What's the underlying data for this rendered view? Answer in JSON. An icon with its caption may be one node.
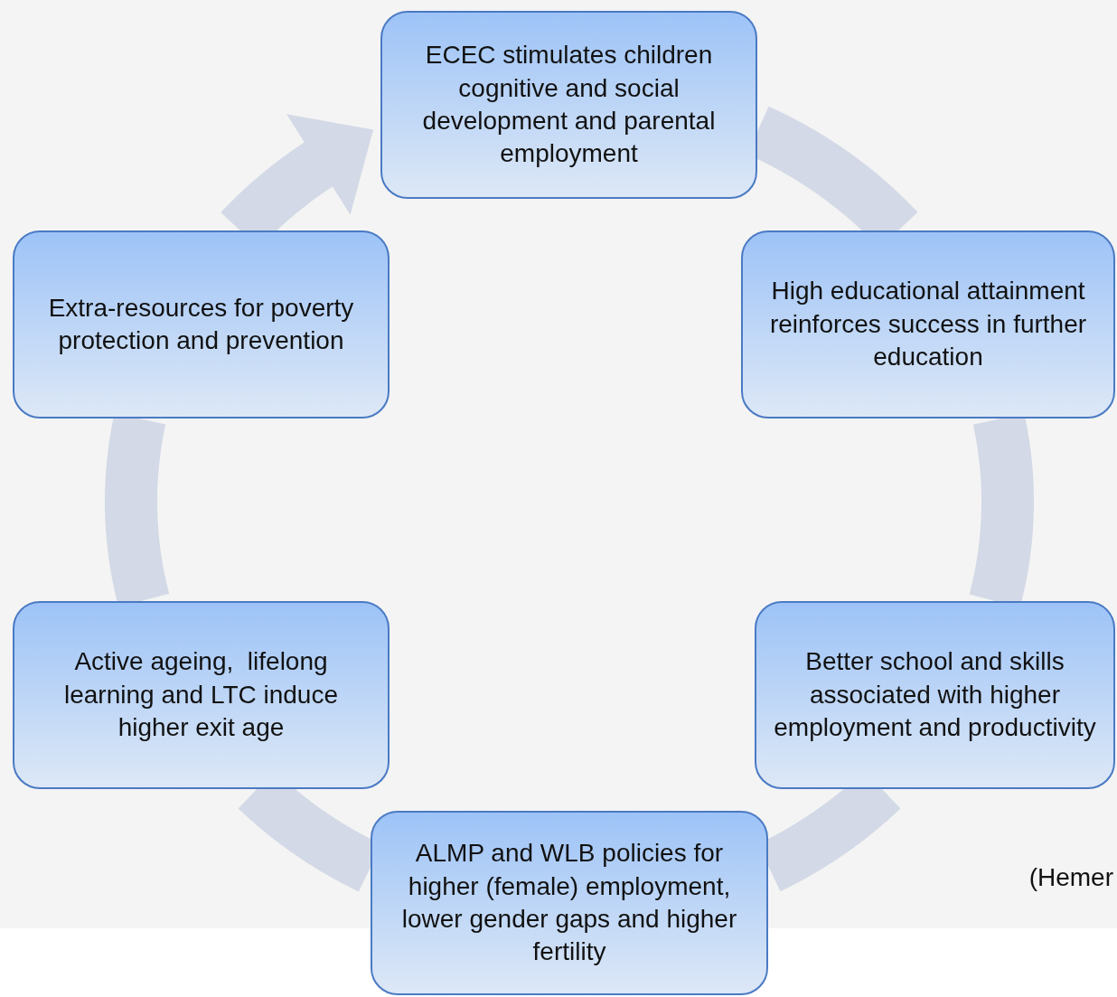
{
  "diagram": {
    "nodes": [
      {
        "text": [
          "ECEC stimulates children cognitive and social development and parental employment"
        ]
      },
      {
        "text": [
          "High educational attainment reinforces success in further education"
        ]
      },
      {
        "text": [
          "Better school and skills associated with higher employment and productivity"
        ]
      },
      {
        "text": [
          "ALMP and WLB policies for higher (female) employment, lower gender gaps and higher fertility"
        ]
      },
      {
        "text": [
          "Active ageing,  lifelong learning and LTC induce higher exit age"
        ]
      },
      {
        "text": [
          "Extra-resources for poverty protection and prevention"
        ]
      }
    ],
    "edges": [
      {
        "from": 0,
        "to": 1,
        "arrow": "none"
      },
      {
        "from": 1,
        "to": 2,
        "arrow": "none"
      },
      {
        "from": 2,
        "to": 3,
        "arrow": "none"
      },
      {
        "from": 3,
        "to": 4,
        "arrow": "none"
      },
      {
        "from": 4,
        "to": 5,
        "arrow": "none"
      },
      {
        "from": 5,
        "to": 0,
        "arrow": "to"
      }
    ],
    "labels": [
      "(Hemer"
    ]
  }
}
